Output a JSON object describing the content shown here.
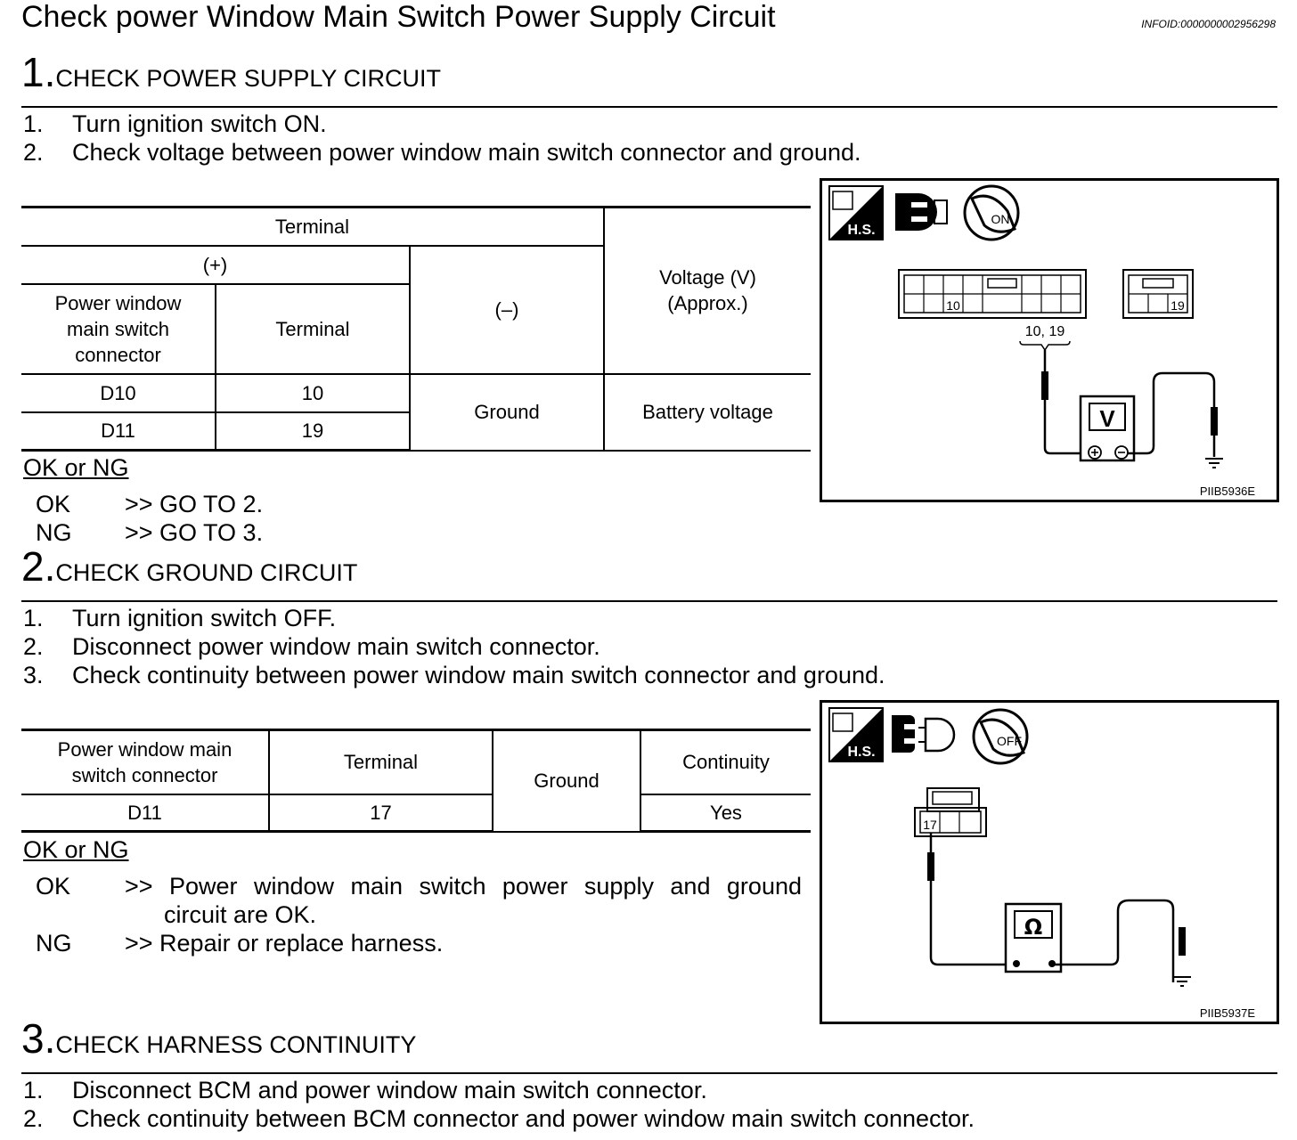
{
  "title": "Check power Window Main Switch Power Supply Circuit",
  "infoid": "INFOID:0000000002956298",
  "steps": [
    {
      "num": "1.",
      "title": "CHECK POWER SUPPLY CIRCUIT",
      "instructions": [
        {
          "n": "1.",
          "text": "Turn ignition switch ON."
        },
        {
          "n": "2.",
          "text": "Check voltage between power window main switch connector and ground."
        }
      ],
      "table": {
        "terminal": "Terminal",
        "plus": "(+)",
        "connector_hdr": "Power window main switch connector",
        "terminal_hdr": "Terminal",
        "minus": "(–)",
        "voltage_hdr_1": "Voltage (V)",
        "voltage_hdr_2": "(Approx.)",
        "rows": [
          {
            "connector": "D10",
            "terminal": "10"
          },
          {
            "connector": "D11",
            "terminal": "19"
          }
        ],
        "minus_value": "Ground",
        "voltage_value": "Battery voltage"
      },
      "ok_label": "OK or NG",
      "results": [
        {
          "result": "OK",
          "action": ">> GO TO 2."
        },
        {
          "result": "NG",
          "action": ">> GO TO 3."
        }
      ],
      "figure": {
        "hs": "H.S.",
        "key": "ON",
        "pin_a": "10",
        "pin_b": "19",
        "pins_label": "10, 19",
        "meter": "V",
        "code": "PIIB5936E"
      }
    },
    {
      "num": "2.",
      "title": "CHECK GROUND CIRCUIT",
      "instructions": [
        {
          "n": "1.",
          "text": "Turn ignition switch OFF."
        },
        {
          "n": "2.",
          "text": "Disconnect power window main switch connector."
        },
        {
          "n": "3.",
          "text": "Check continuity between power window main switch connector and ground."
        }
      ],
      "table": {
        "connector_hdr": "Power window main switch connector",
        "terminal_hdr": "Terminal",
        "ground_hdr": "Ground",
        "continuity_hdr": "Continuity",
        "connector": "D11",
        "terminal": "17",
        "continuity": "Yes"
      },
      "ok_label": "OK or NG",
      "results": [
        {
          "result": "OK",
          "action_1": ">> Power window main switch power supply and ground",
          "action_2": "circuit are OK."
        },
        {
          "result": "NG",
          "action": ">> Repair or replace harness."
        }
      ],
      "figure": {
        "hs": "H.S.",
        "key": "OFF",
        "pin": "17",
        "meter": "Ω",
        "code": "PIIB5937E"
      }
    },
    {
      "num": "3.",
      "title": "CHECK HARNESS CONTINUITY",
      "instructions": [
        {
          "n": "1.",
          "text": "Disconnect BCM and power window main switch connector."
        },
        {
          "n": "2.",
          "text": "Check continuity between BCM connector and power window main switch connector."
        }
      ]
    }
  ]
}
